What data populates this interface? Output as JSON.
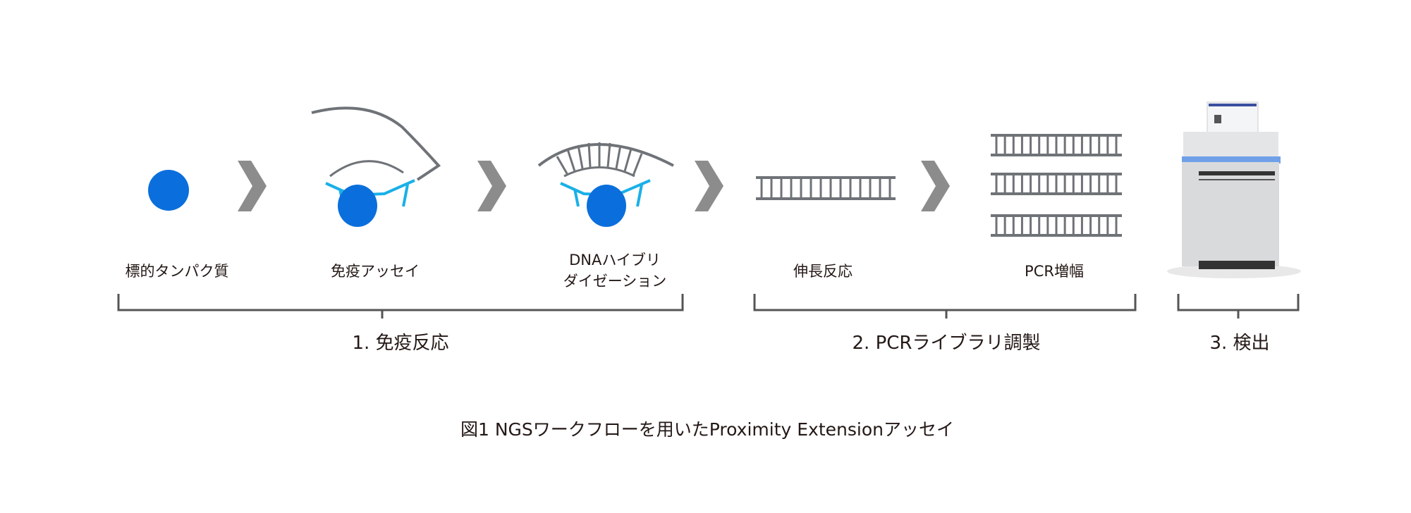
{
  "steps": [
    {
      "label": "標的タンパク質"
    },
    {
      "label": "免疫アッセイ"
    },
    {
      "label_line1": "DNAハイブリ",
      "label_line2": "ダイゼーション"
    },
    {
      "label": "伸長反応"
    },
    {
      "label": "PCR増幅"
    }
  ],
  "groups": [
    {
      "label": "1. 免疫反応"
    },
    {
      "label": "2. PCRライブラリ調製"
    },
    {
      "label": "3. 検出"
    }
  ],
  "caption": "図1 NGSワークフローを用いたProximity Extensionアッセイ",
  "colors": {
    "protein": "#0a6fdc",
    "antibody": "#1ab0e8",
    "arrow": "#8c8c8c",
    "dna": "#6f7378",
    "bracket": "#555555"
  }
}
